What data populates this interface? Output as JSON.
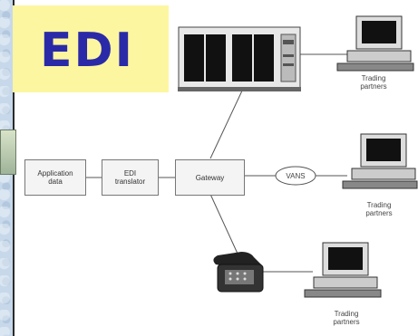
{
  "title": "EDI",
  "nodes": {
    "application": "Application\ndata",
    "translator": "EDI\ntranslator",
    "gateway": "Gateway",
    "vans": "VANS"
  },
  "partners": {
    "top": "Trading\npartners",
    "middle": "Trading\npartners",
    "bottom": "Trading\npartners"
  }
}
